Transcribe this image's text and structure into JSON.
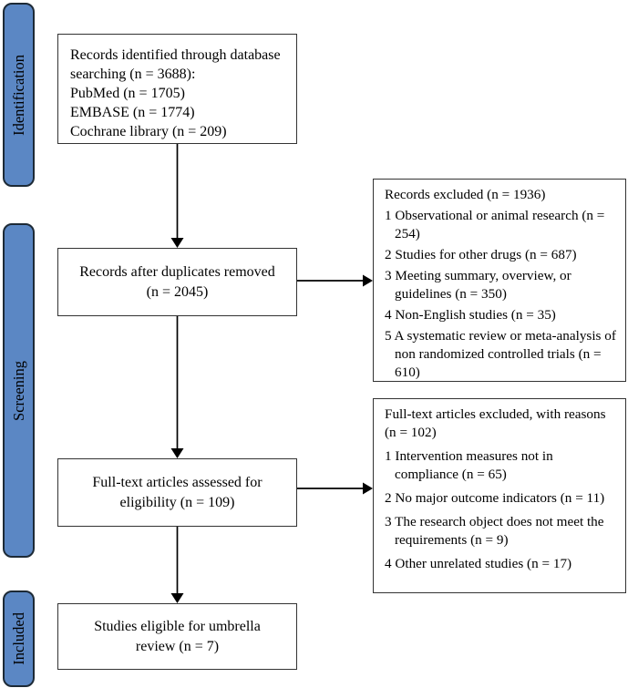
{
  "sidebar": {
    "items": [
      "Identification",
      "Screening",
      "Included"
    ]
  },
  "main_boxes": {
    "identified": {
      "lines": [
        "Records identified through database",
        "searching (n = 3688):",
        "PubMed (n = 1705)",
        "EMBASE (n = 1774)",
        "Cochrane library (n = 209)"
      ]
    },
    "duplicates_removed": {
      "lines": [
        "Records after duplicates removed",
        "(n = 2045)"
      ]
    },
    "fulltext_assessed": {
      "lines": [
        "Full-text articles assessed for",
        "eligibility (n = 109)"
      ]
    },
    "eligible": {
      "lines": [
        "Studies eligible for umbrella",
        "review (n = 7)"
      ]
    }
  },
  "exclusion_boxes": {
    "records_excluded": {
      "title": "Records excluded (n = 1936)",
      "items": [
        "1 Observational or animal research (n = 254)",
        "2 Studies for other drugs (n = 687)",
        "3 Meeting summary, overview, or guidelines (n = 350)",
        "4 Non-English studies (n = 35)",
        "5 A systematic review or meta-analysis of non randomized controlled trials (n = 610)"
      ]
    },
    "fulltext_excluded": {
      "title": "Full-text articles excluded, with reasons (n = 102)",
      "items": [
        "1 Intervention measures not in compliance (n = 65)",
        "2 No major outcome indicators (n = 11)",
        "3 The research object does not meet the requirements (n = 9)",
        "4 Other unrelated studies (n = 17)"
      ]
    }
  },
  "colors": {
    "sidebar_fill": "#5b87c4",
    "sidebar_border": "#1d2a36",
    "box_fill": "#ffffff",
    "box_border": "#333333",
    "arrow": "#000000",
    "text": "#000000",
    "background": "#ffffff"
  }
}
